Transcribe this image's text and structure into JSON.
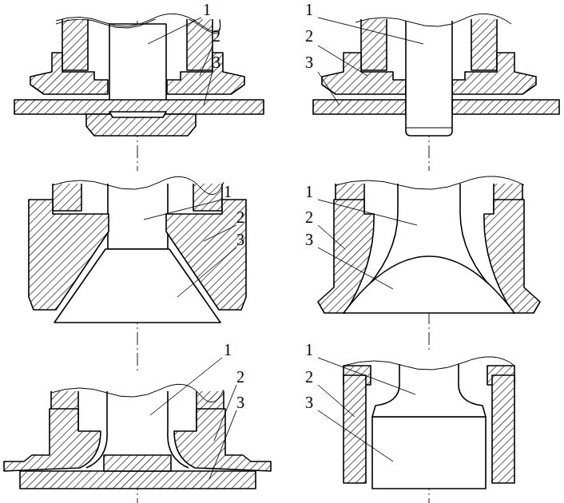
{
  "diagram": {
    "labels": [
      "1",
      "2",
      "3",
      "1",
      "2",
      "3",
      "1",
      "2",
      "3",
      "1",
      "2",
      "3",
      "1",
      "2",
      "3",
      "1",
      "2",
      "3"
    ]
  }
}
